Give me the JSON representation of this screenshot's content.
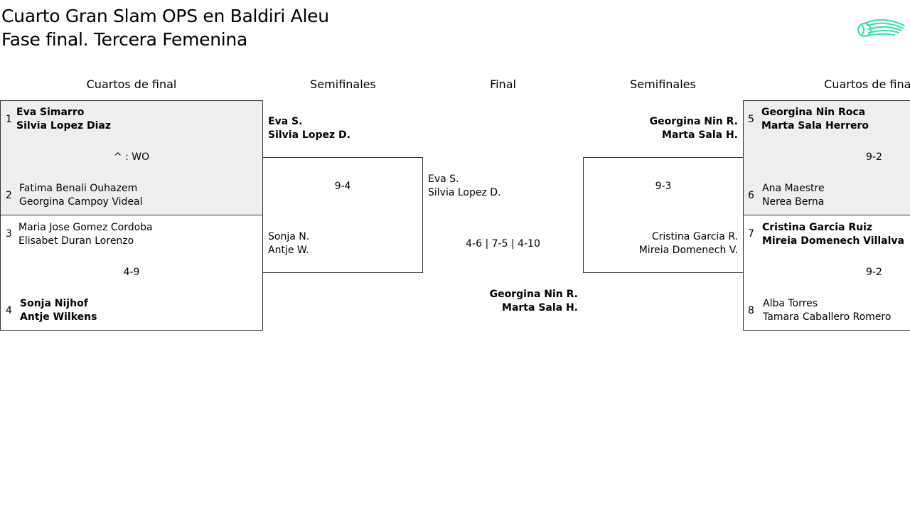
{
  "title": {
    "line1": "Cuarto Gran Slam OPS en Baldiri Aleu",
    "line2": "Fase final. Tercera Femenina"
  },
  "logo_icon": "tennis-ball-icon",
  "colors": {
    "accent": "#2ee6a6",
    "box_fill": "#eeeeee",
    "border": "#333333"
  },
  "headers": {
    "qf_left": "Cuartos de final",
    "sf_left": "Semifinales",
    "final": "Final",
    "sf_right": "Semifinales",
    "qf_right": "Cuartos de final"
  },
  "qf_left": {
    "m1": {
      "seed_a": "1",
      "a1": "Eva Simarro",
      "a2": "Silvia Lopez Diaz",
      "score": "^ : WO",
      "seed_b": "2",
      "b1": "Fatima Benali Ouhazem",
      "b2": "Georgina Campoy Videal"
    },
    "m2": {
      "seed_a": "3",
      "a1": "Maria Jose Gomez Cordoba",
      "a2": "Elisabet Duran Lorenzo",
      "score": "4-9",
      "seed_b": "4",
      "b1": "Sonja Nijhof",
      "b2": "Antje Wilkens"
    }
  },
  "sf_left": {
    "a1": "Eva S.",
    "a2": "Silvia Lopez D.",
    "score": "9-4",
    "b1": "Sonja N.",
    "b2": "Antje W."
  },
  "final": {
    "a1": "Eva S.",
    "a2": "Silvia Lopez D.",
    "score": "4-6 | 7-5 | 4-10",
    "b1": "Georgina Nin R.",
    "b2": "Marta Sala H."
  },
  "sf_right": {
    "a1": "Georgina Nin R.",
    "a2": "Marta Sala H.",
    "score": "9-3",
    "b1": "Cristina Garcia R.",
    "b2": "Mireia Domenech V."
  },
  "qf_right": {
    "m1": {
      "seed_a": "5",
      "a1": "Georgina Nin Roca",
      "a2": "Marta Sala Herrero",
      "score": "9-2",
      "seed_b": "6",
      "b1": "Ana Maestre",
      "b2": "Nerea Berna"
    },
    "m2": {
      "seed_a": "7",
      "a1": "Cristina Garcia Ruiz",
      "a2": "Mireia Domenech Villalva",
      "score": "9-2",
      "seed_b": "8",
      "b1": "Alba Torres",
      "b2": "Tamara Caballero Romero"
    }
  }
}
